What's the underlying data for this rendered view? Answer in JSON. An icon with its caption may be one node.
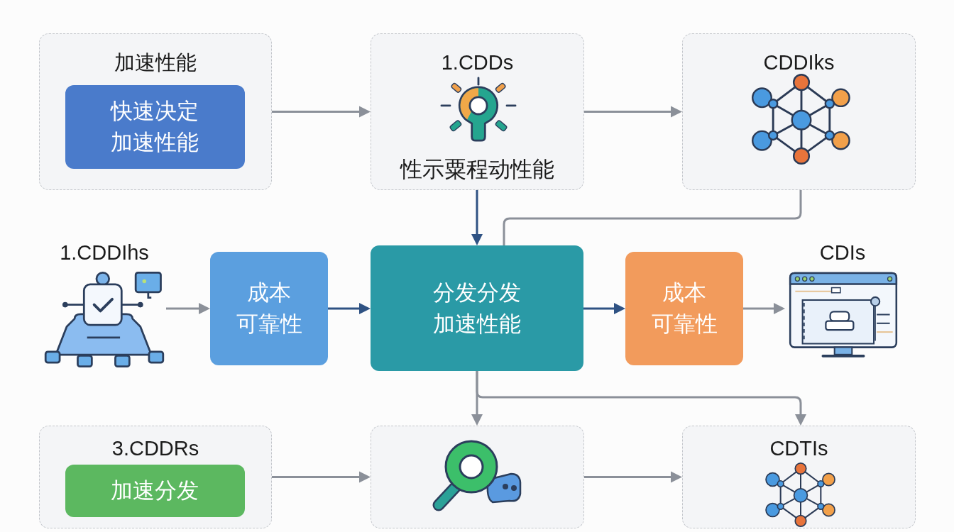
{
  "diagram": {
    "nodes": [
      {
        "text": [
          "加速性能"
        ]
      },
      {
        "text": [
          "快速决定加速性能"
        ],
        "in": 0
      },
      {
        "text": [
          "1.CDDs",
          "性示粟程动性能"
        ]
      },
      {
        "text": [
          "CDDIks"
        ]
      },
      {
        "text": [
          "1.CDDIhs"
        ]
      },
      {
        "text": [
          "成本可靠性"
        ]
      },
      {
        "text": [
          "分发分发加速性能"
        ]
      },
      {
        "text": [
          "成本可靠性"
        ]
      },
      {
        "text": [
          "CDIs"
        ]
      },
      {
        "text": [
          "3.CDDRs"
        ]
      },
      {
        "text": [
          "加速分发"
        ],
        "in": 9
      },
      {
        "text": [],
        "shape": "box"
      },
      {
        "text": [
          "CDTIs"
        ]
      }
    ],
    "edges": [
      {
        "from": 0,
        "to": 2,
        "arrow": "to"
      },
      {
        "from": 2,
        "to": 3,
        "arrow": "to"
      },
      {
        "from": 2,
        "to": 6,
        "arrow": "to",
        "color": "#2f5283"
      },
      {
        "from": 3,
        "to": 6,
        "arrow": "none"
      },
      {
        "from": 4,
        "to": 5,
        "arrow": "to"
      },
      {
        "from": 5,
        "to": 6,
        "arrow": "to",
        "color": "#2f5283"
      },
      {
        "from": 6,
        "to": 7,
        "arrow": "to",
        "color": "#2f5283"
      },
      {
        "from": 7,
        "to": 8,
        "arrow": "to"
      },
      {
        "from": 6,
        "to": 11,
        "arrow": "to"
      },
      {
        "from": 6,
        "to": 12,
        "arrow": "to"
      },
      {
        "from": 9,
        "to": 11,
        "arrow": "to"
      },
      {
        "from": 11,
        "to": 12,
        "arrow": "to"
      }
    ]
  }
}
